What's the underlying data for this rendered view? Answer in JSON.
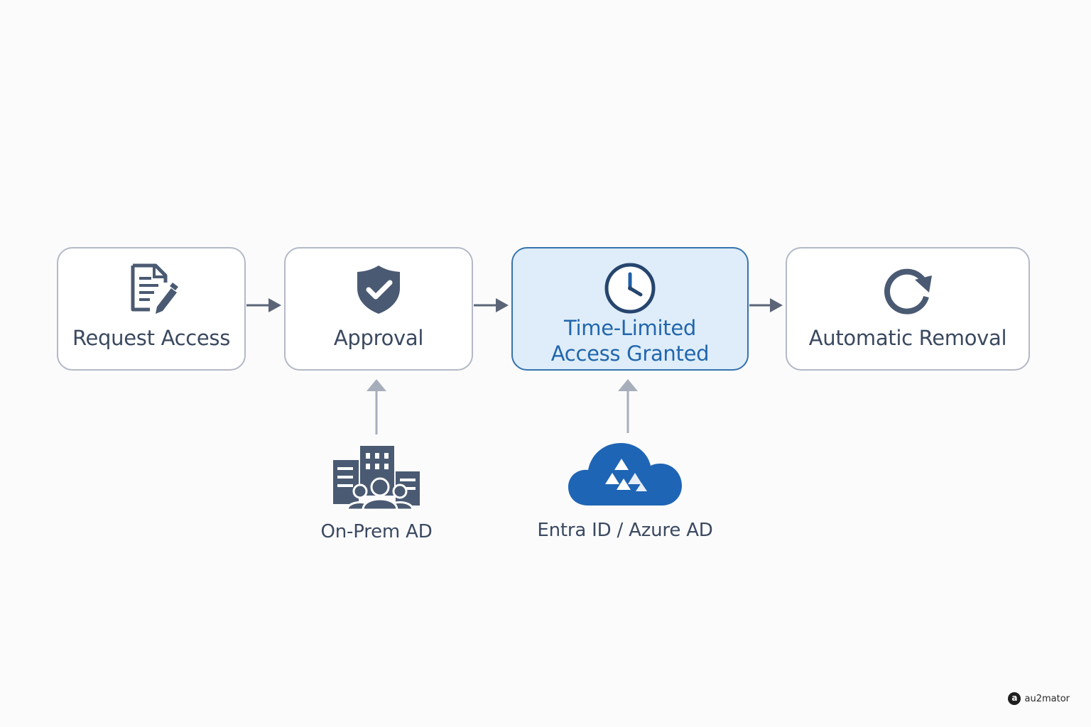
{
  "steps": [
    {
      "label": "Request Access",
      "icon": "document-edit-icon"
    },
    {
      "label": "Approval",
      "icon": "shield-check-icon"
    },
    {
      "label_line1": "Time-Limited",
      "label_line2": "Access Granted",
      "icon": "clock-icon",
      "highlighted": true
    },
    {
      "label": "Automatic Removal",
      "icon": "refresh-icon"
    }
  ],
  "sources": [
    {
      "label": "On-Prem AD",
      "icon": "building-users-icon",
      "feeds_step": "Approval"
    },
    {
      "label": "Entra ID / Azure AD",
      "icon": "azure-cloud-icon",
      "feeds_step": "Time-Limited Access Granted"
    }
  ],
  "brand": {
    "mark": "a",
    "name": "au2mator"
  },
  "colors": {
    "box_border": "#b3b9c7",
    "text": "#3b4960",
    "highlight_fill": "#deedf9",
    "highlight_border": "#3773ad",
    "highlight_text": "#2166ad",
    "icon_dark": "#4a5a72",
    "cloud_blue": "#1f65b5",
    "arrow": "#5b6577",
    "arrow_light": "#a7aebb"
  }
}
